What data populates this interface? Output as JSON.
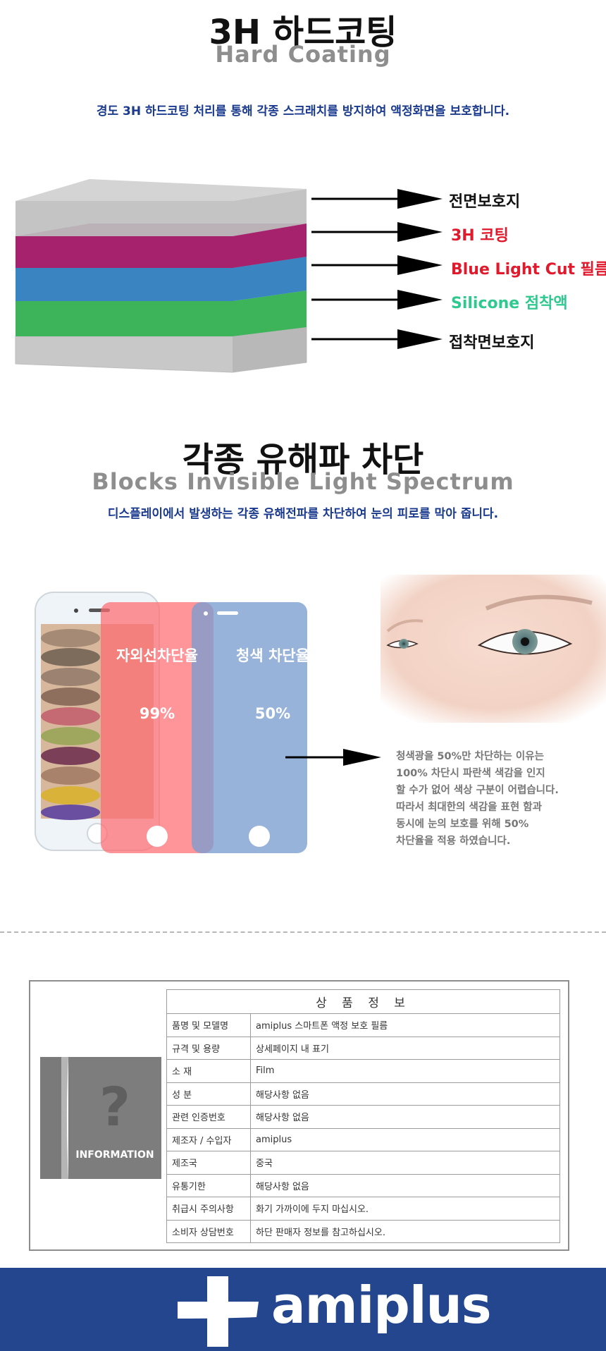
{
  "hard_coating": {
    "title": "3H 하드코팅",
    "subtitle": "Hard Coating",
    "description": "경도 3H 하드코팅 처리를 통해 각종 스크래치를 방지하여 액정화면을 보호합니다.",
    "layers": [
      {
        "label": "전면보호지",
        "color": "#111111"
      },
      {
        "label": "3H 코팅",
        "color": "#e0192c"
      },
      {
        "label": "Blue Light Cut 필름",
        "color": "#e0192c"
      },
      {
        "label": "Silicone 점착액",
        "color": "#2fc98f"
      },
      {
        "label": "접착면보호지",
        "color": "#111111"
      }
    ]
  },
  "blocking": {
    "title": "각종 유해파 차단",
    "subtitle": "Blocks Invisible Light Spectrum",
    "description": "디스플레이에서 발생하는 각종 유해전파를 차단하여 눈의 피로를 막아 줍니다.",
    "uv_label": "자외선차단율",
    "uv_value": "99%",
    "blue_label": "청색 차단율",
    "blue_value": "50%",
    "note_lines": [
      "청색광을 50%만 차단하는 이유는",
      "100% 차단시 파란색 색감을 인지",
      "할 수가 없어 색상 구분이 어렵습니다.",
      "따라서 최대한의 색감을 표현 함과",
      "동시에 눈의 보호를 위해 50%",
      "차단율을 적용 하였습니다."
    ]
  },
  "info": {
    "badge_symbol": "?",
    "badge_label": "INFORMATION",
    "table_title": "상 품 정 보",
    "rows": [
      {
        "label": "품명 및 모델명",
        "value": "amiplus 스마트폰 액정 보호 필름"
      },
      {
        "label": "규격 및 용량",
        "value": "상세페이지 내 표기"
      },
      {
        "label": "소 재",
        "value": "Film"
      },
      {
        "label": "성 분",
        "value": "해당사항 없음"
      },
      {
        "label": "관련 인증번호",
        "value": "해당사항 없음"
      },
      {
        "label": "제조자 / 수입자",
        "value": "amiplus"
      },
      {
        "label": "제조국",
        "value": "중국"
      },
      {
        "label": "유통기한",
        "value": "해당사항 없음"
      },
      {
        "label": "취급시 주의사항",
        "value": "화기 가까이에 두지 마십시오."
      },
      {
        "label": "소비자 상담번호",
        "value": "하단 판매자 정보를 참고하십시오."
      }
    ]
  },
  "footer": {
    "brand": "amiplus",
    "background": "#24468f"
  }
}
